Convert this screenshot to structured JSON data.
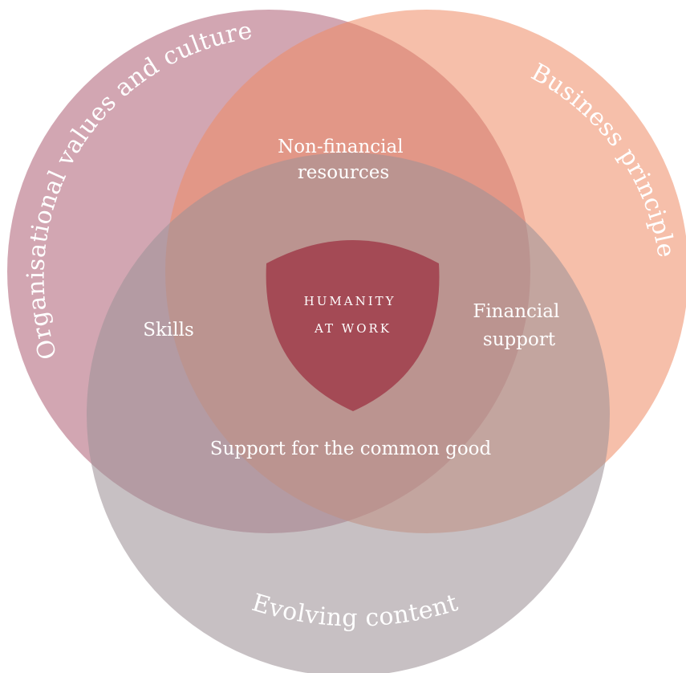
{
  "diagram": {
    "circles": {
      "values": {
        "label": "Organisational values and culture",
        "color": "#a8546b",
        "opacity": 0.52
      },
      "business": {
        "label": "Business principles",
        "color": "#ef8a64",
        "opacity": 0.55
      },
      "context": {
        "label": "Evolving content",
        "color": "#9e9397",
        "opacity": 0.58
      }
    },
    "zones": {
      "non_financial": [
        "Non-financial",
        "resources"
      ],
      "skills": "Skills",
      "financial": [
        "Financial",
        "support"
      ],
      "common_good": "Support for the common good"
    },
    "core": {
      "lines": [
        "HUMANITY",
        "AT WORK"
      ],
      "color": "#a44a55"
    }
  }
}
